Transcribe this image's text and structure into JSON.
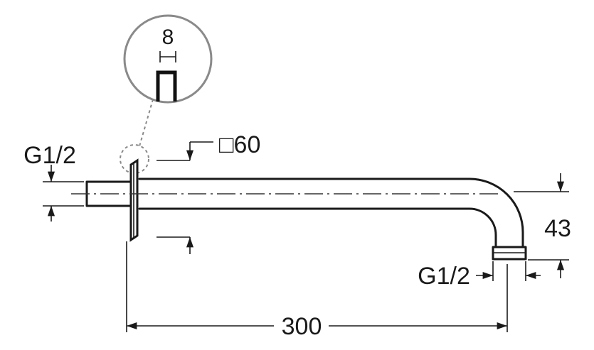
{
  "labels": {
    "inlet_thread": "G1/2",
    "flange_size": "□60",
    "outlet_height": "43",
    "outlet_thread": "G1/2",
    "arm_length": "300",
    "detail_thickness": "8"
  },
  "colors": {
    "line": "#1a1a1a",
    "detail_circle": "#8a8a8a",
    "background": "#ffffff"
  }
}
